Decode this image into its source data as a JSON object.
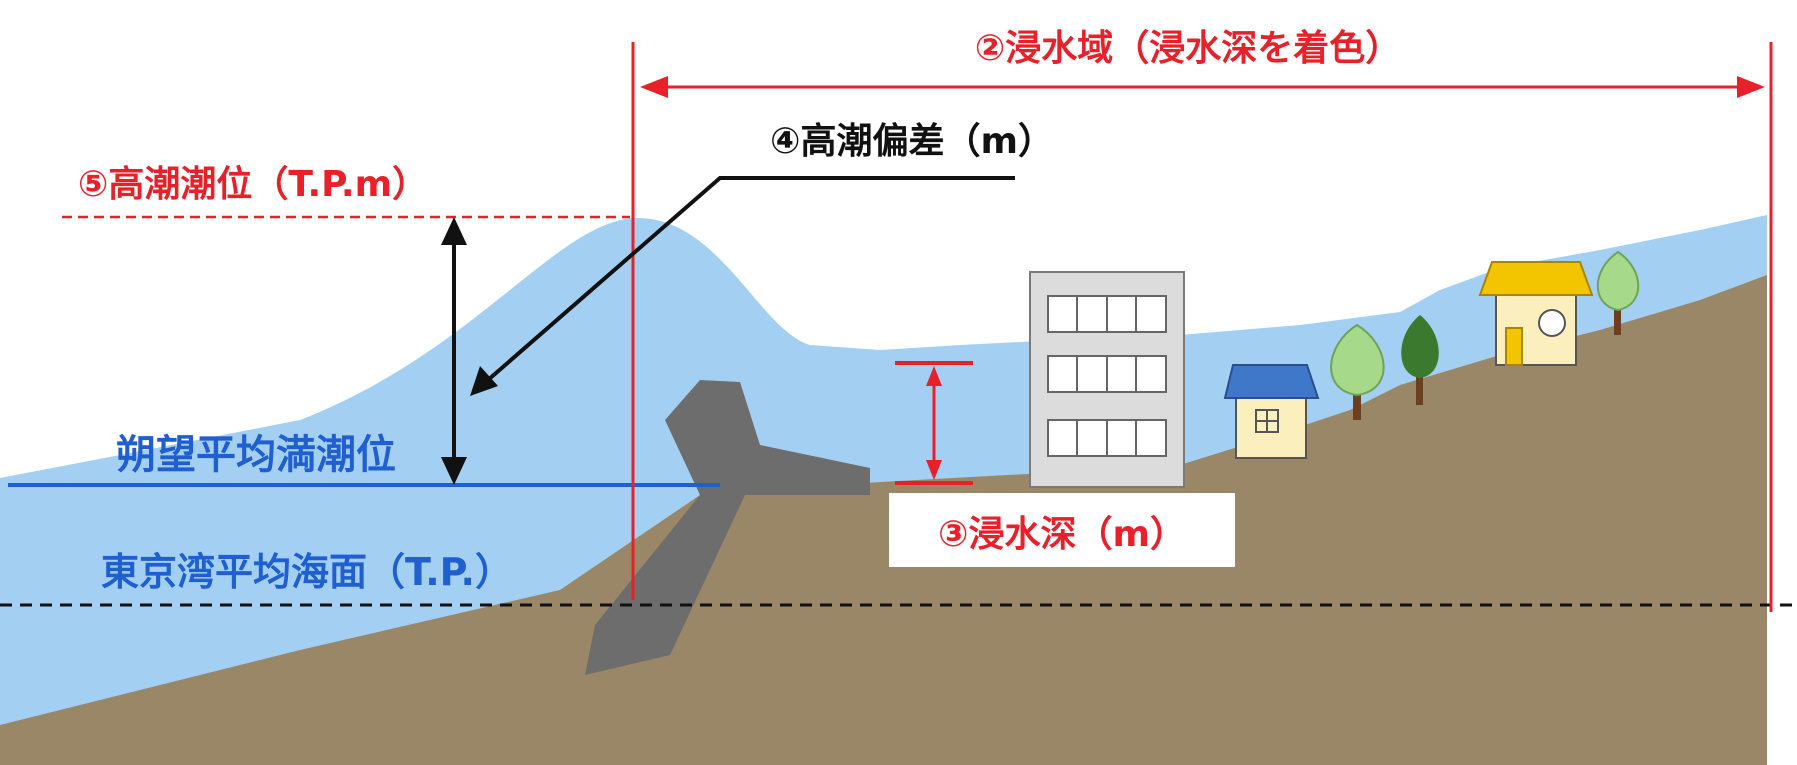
{
  "labels": {
    "inundation_area": "②浸水域（浸水深を着色）",
    "storm_surge_deviation": "④高潮偏差（m）",
    "high_tide_level": "⑤高潮潮位（T.P.m）",
    "mean_high_water_spring": "朔望平均満潮位",
    "inundation_depth": "③浸水深（m）",
    "tokyo_bay_mean_sea_level": "東京湾平均海面（T.P.）"
  },
  "colors": {
    "water": "#a3d0f2",
    "ground": "#9a8768",
    "seawall": "#6d6d6d",
    "red": "#e8202a",
    "blue": "#1f5fd0",
    "black": "#111111",
    "building": "#dcdcdc",
    "house_wall": "#fbefbe",
    "house_roof_blue": "#3f78c8",
    "house_roof_yellow": "#f3c400",
    "tree_light": "#a6d98a",
    "tree_dark": "#3b7a2e",
    "trunk": "#6b3f1f"
  }
}
